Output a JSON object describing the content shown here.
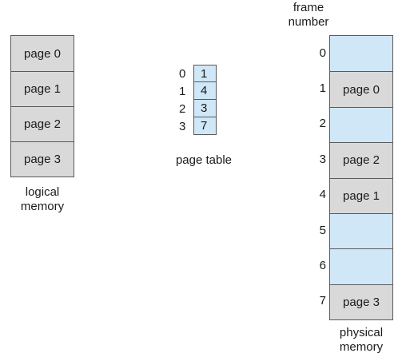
{
  "logical_memory": {
    "pages": [
      "page 0",
      "page 1",
      "page 2",
      "page 3"
    ],
    "label_line1": "logical",
    "label_line2": "memory"
  },
  "page_table": {
    "indices": [
      "0",
      "1",
      "2",
      "3"
    ],
    "frames": [
      "1",
      "4",
      "3",
      "7"
    ],
    "label": "page table"
  },
  "physical_memory": {
    "header_line1": "frame",
    "header_line2": "number",
    "frame_numbers": [
      "0",
      "1",
      "2",
      "3",
      "4",
      "5",
      "6",
      "7"
    ],
    "frames": [
      "",
      "page 0",
      "",
      "page 2",
      "page 1",
      "",
      "",
      "page 3"
    ],
    "label_line1": "physical",
    "label_line2": "memory"
  },
  "colors": {
    "occupied": "#d9d9d9",
    "free": "#cfe7f7",
    "border": "#5a5a5a"
  }
}
